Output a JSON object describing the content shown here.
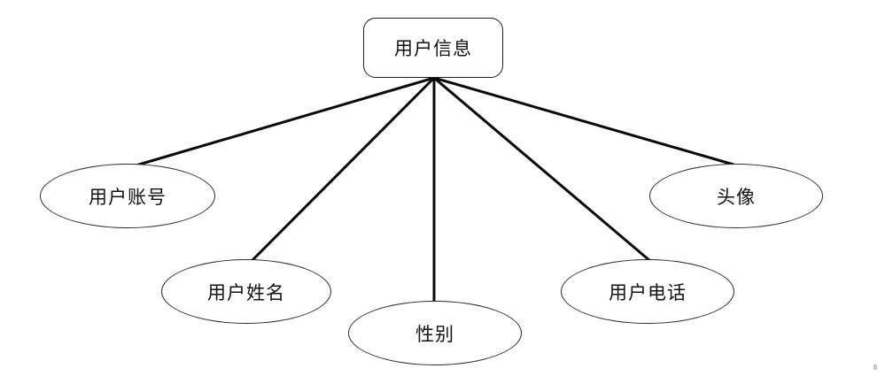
{
  "diagram": {
    "title": "user-info-attribute-diagram",
    "root": {
      "id": "user-info",
      "label": "用户信息",
      "shape": "rounded-rectangle"
    },
    "attributes": [
      {
        "id": "user-account",
        "label": "用户账号",
        "shape": "ellipse"
      },
      {
        "id": "user-name",
        "label": "用户姓名",
        "shape": "ellipse"
      },
      {
        "id": "gender",
        "label": "性别",
        "shape": "ellipse"
      },
      {
        "id": "user-phone",
        "label": "用户电话",
        "shape": "ellipse"
      },
      {
        "id": "avatar",
        "label": "头像",
        "shape": "ellipse"
      }
    ],
    "edges": [
      {
        "from": "user-info",
        "to": "user-account"
      },
      {
        "from": "user-info",
        "to": "user-name"
      },
      {
        "from": "user-info",
        "to": "gender"
      },
      {
        "from": "user-info",
        "to": "user-phone"
      },
      {
        "from": "user-info",
        "to": "avatar"
      }
    ],
    "colors": {
      "background": "#ffffff",
      "node_fill": "#ffffff",
      "node_stroke": "#1f1f1f",
      "edge_stroke": "#0a0a0a",
      "text": "#121212"
    }
  }
}
